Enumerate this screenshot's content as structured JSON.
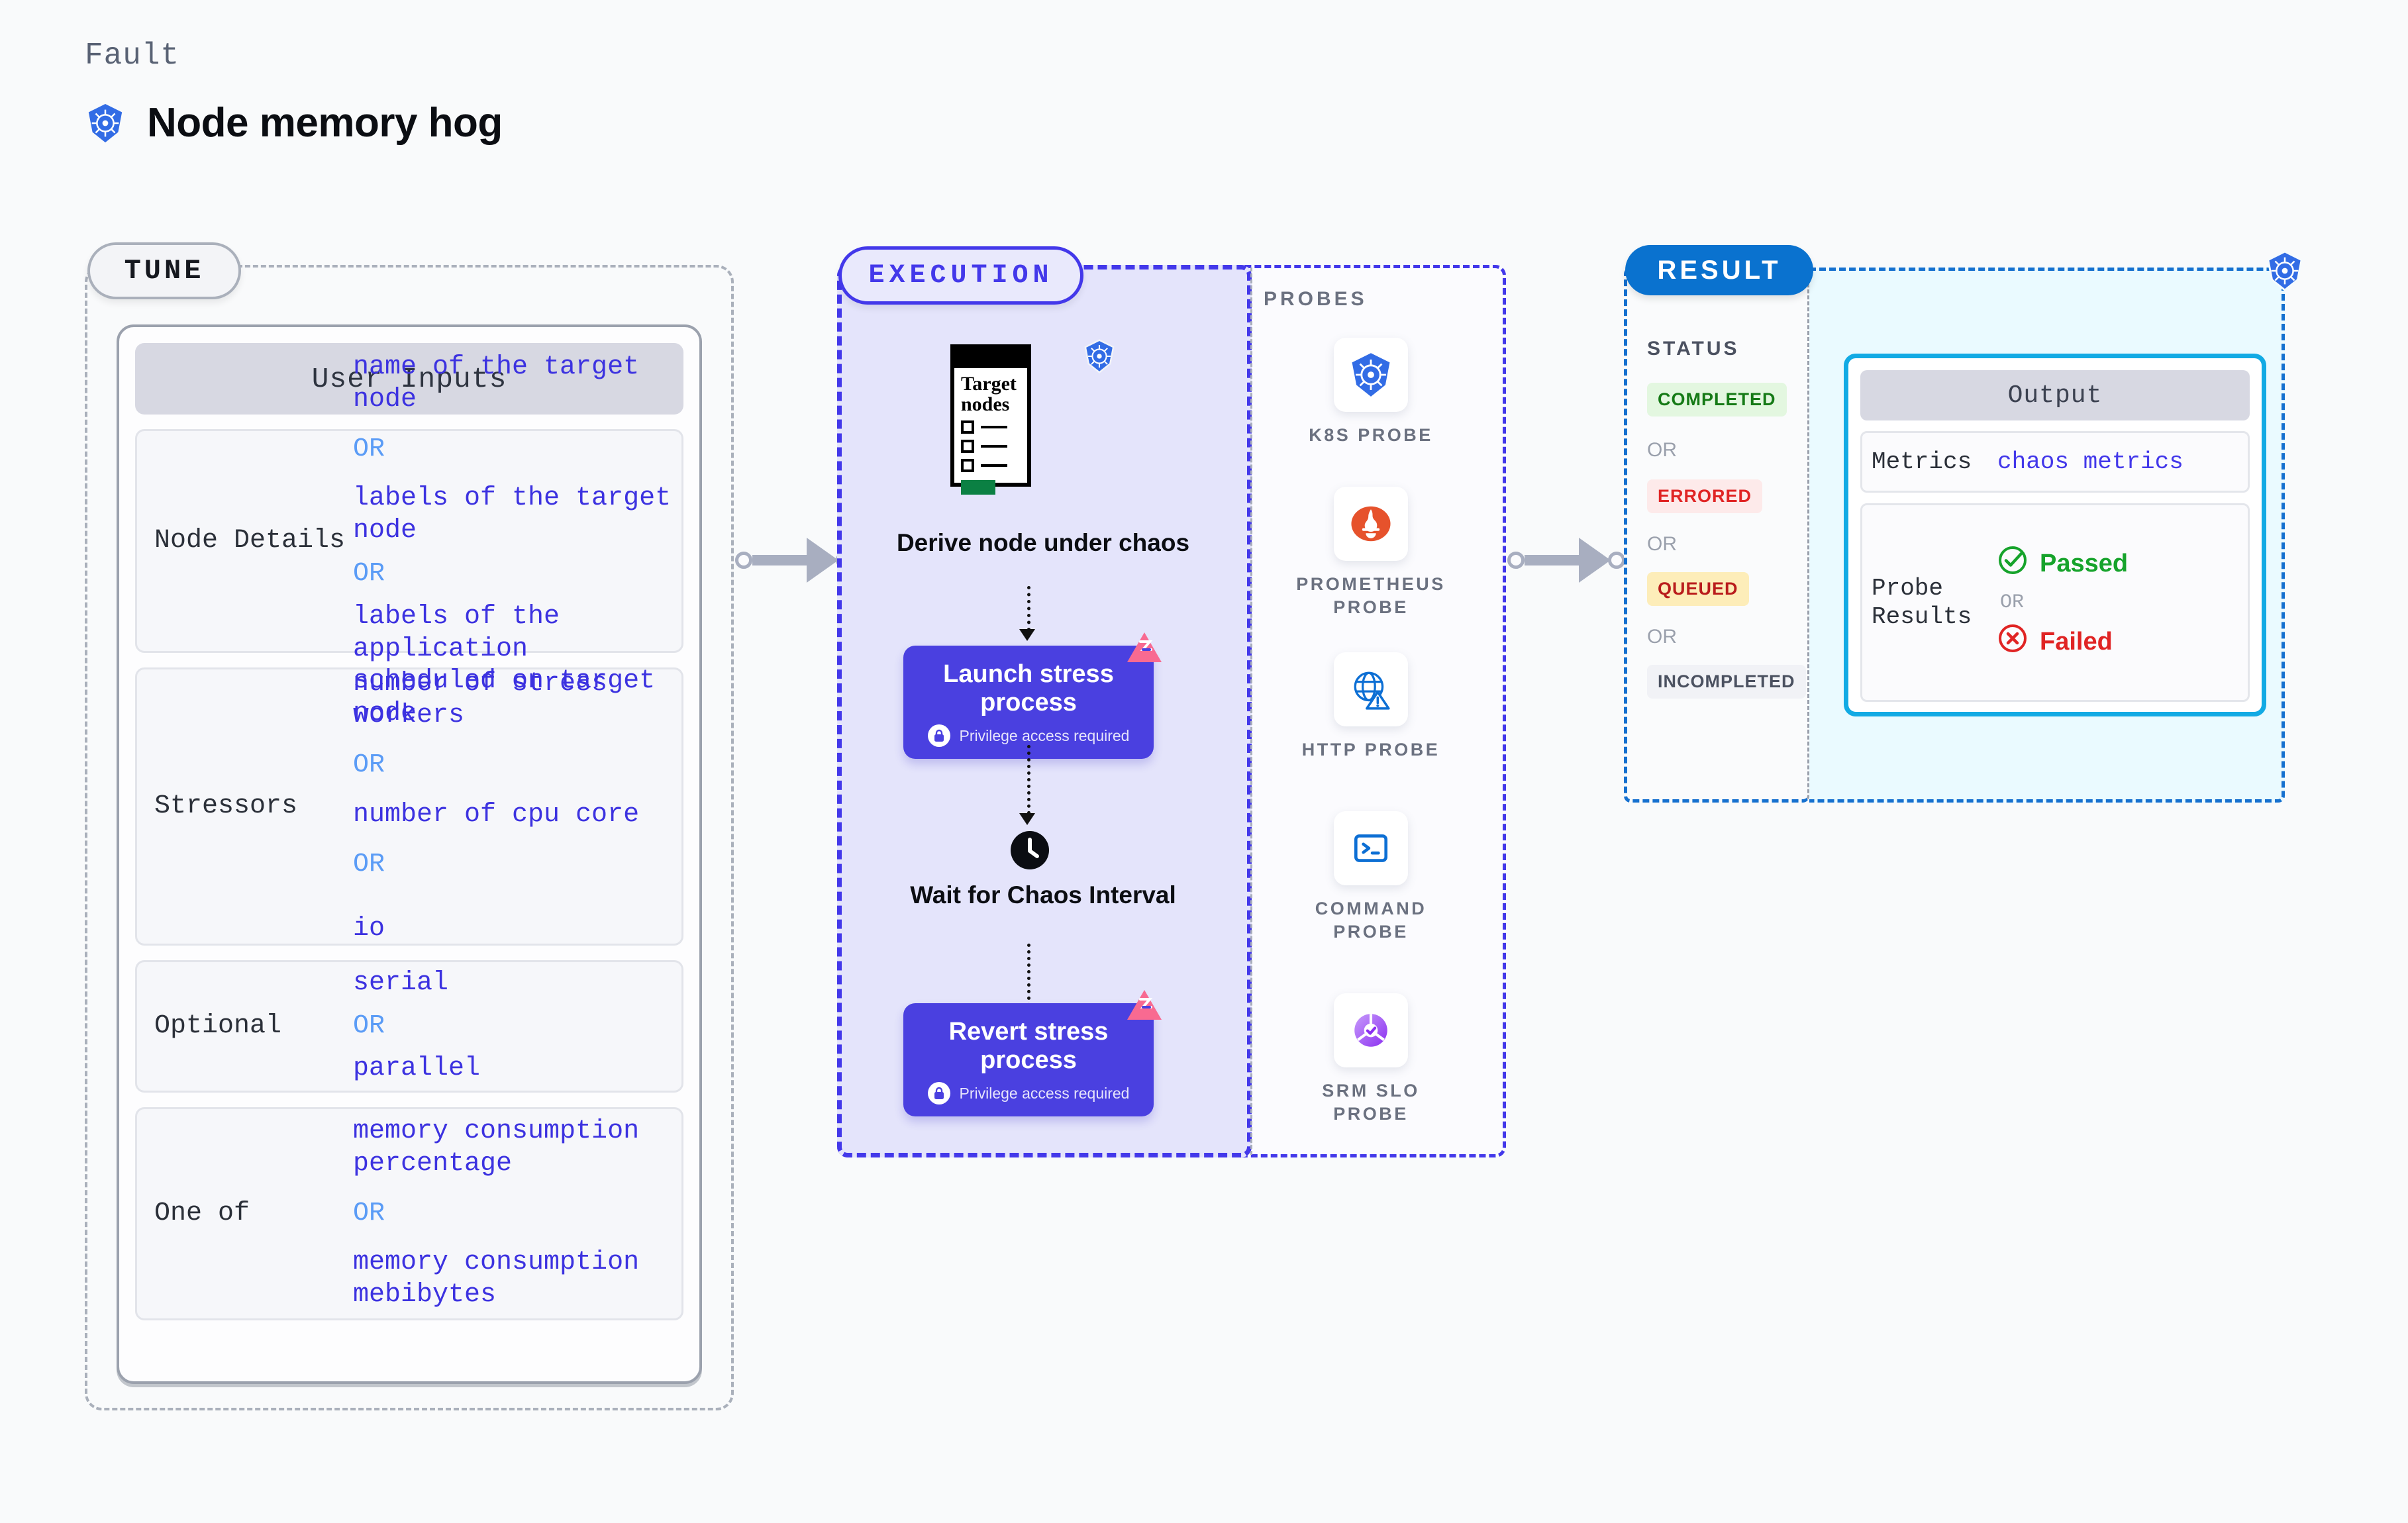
{
  "header": {
    "eyebrow": "Fault",
    "title": "Node memory hog",
    "icon": "kubernetes-icon"
  },
  "tune": {
    "badge": "TUNE",
    "card_title": "User Inputs",
    "rows": [
      {
        "label": "Node Details",
        "values": [
          "name of the target node",
          "labels of the target node",
          "labels of the application scheduled on target node"
        ],
        "separator": "OR"
      },
      {
        "label": "Stressors",
        "values": [
          "number of stress workers",
          "number of cpu core",
          "io"
        ],
        "separator": "OR"
      },
      {
        "label": "Optional",
        "values": [
          "serial",
          "parallel"
        ],
        "separator": "OR"
      },
      {
        "label": "One of",
        "values": [
          "memory consumption percentage",
          "memory consumption mebibytes"
        ],
        "separator": "OR"
      }
    ]
  },
  "execution": {
    "badge": "EXECUTION",
    "steps": [
      {
        "name": "derive-node-under-chaos",
        "label": "Derive node under chaos",
        "card_title": "Target nodes",
        "icon": "kubernetes-icon"
      },
      {
        "name": "launch-stress-process",
        "label": "Launch stress process",
        "sub": "Privilege access required",
        "icon": "lock-icon",
        "badge_icon": "litmus-icon"
      },
      {
        "name": "wait-for-chaos-interval",
        "label": "Wait for Chaos Interval",
        "icon": "clock-icon"
      },
      {
        "name": "revert-stress-process",
        "label": "Revert stress process",
        "sub": "Privilege access required",
        "icon": "lock-icon",
        "badge_icon": "litmus-icon"
      }
    ]
  },
  "probes": {
    "title": "PROBES",
    "items": [
      {
        "label": "K8S PROBE",
        "icon": "kubernetes-icon"
      },
      {
        "label": "PROMETHEUS PROBE",
        "icon": "prometheus-icon"
      },
      {
        "label": "HTTP PROBE",
        "icon": "globe-warning-icon"
      },
      {
        "label": "COMMAND PROBE",
        "icon": "terminal-icon"
      },
      {
        "label": "SRM SLO PROBE",
        "icon": "srm-slo-icon"
      }
    ]
  },
  "result": {
    "badge": "RESULT",
    "corner_icon": "kubernetes-icon",
    "status_title": "STATUS",
    "separator": "OR",
    "statuses": [
      {
        "label": "COMPLETED",
        "bg": "#e3f7e0",
        "color": "#157a16"
      },
      {
        "label": "ERRORED",
        "bg": "#fdeaea",
        "color": "#e02424"
      },
      {
        "label": "QUEUED",
        "bg": "#fdedb9",
        "color": "#b91c1c"
      },
      {
        "label": "INCOMPLETED",
        "bg": "#f1f2f6",
        "color": "#4b5160"
      }
    ],
    "output": {
      "title": "Output",
      "metrics_label": "Metrics",
      "metrics_value": "chaos metrics",
      "probe_results_label": "Probe Results",
      "passed_label": "Passed",
      "failed_label": "Failed",
      "separator": "OR",
      "passed_icon": "check-circle-icon",
      "failed_icon": "x-circle-icon"
    }
  },
  "colors": {
    "accent_indigo": "#4a40e0",
    "accent_blue": "#0a72cf",
    "accent_cyan": "#12aae4",
    "link_blue": "#3c32e0",
    "or_blue": "#5b9cf6",
    "k8s_blue": "#326ce5",
    "litmus_pink": "#f86a91",
    "green": "#157a16",
    "red": "#e02424"
  }
}
